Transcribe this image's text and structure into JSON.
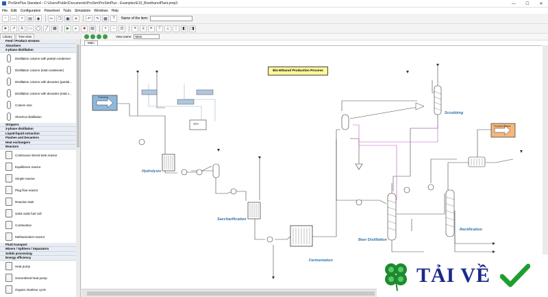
{
  "window": {
    "title": "ProSimPlus Standard - C:\\Users\\Public\\Documents\\ProSim\\ProSimPlus - Examples\\E10_BioethanolPlant.pmp3"
  },
  "menu": [
    "File",
    "Edit",
    "Configuration",
    "Flowsheet",
    "Tools",
    "Simulation",
    "Windows",
    "Help"
  ],
  "toolbar": {
    "item_name_label": "Name of the item:",
    "item_name_value": ""
  },
  "left_panel": {
    "tabs": [
      "Library",
      "Tree view"
    ],
    "sections": [
      {
        "label": "Feed / Product streams",
        "items": []
      },
      {
        "label": "Absorbers",
        "items": []
      },
      {
        "label": "2-phase distillation",
        "items": [
          {
            "label": "Distillation column with partial condenser",
            "icon": "column-icon"
          },
          {
            "label": "Distillation column (total condenser)",
            "icon": "column-icon"
          },
          {
            "label": "Distillation column with decanter (partial...",
            "icon": "column-icon"
          },
          {
            "label": "Distillation column with decanter (total c...",
            "icon": "column-icon"
          },
          {
            "label": "Column size",
            "icon": "column-icon"
          },
          {
            "label": "ShortCut distillation",
            "icon": "column-icon"
          }
        ]
      },
      {
        "label": "Strippers",
        "items": []
      },
      {
        "label": "3-phase distillation",
        "items": []
      },
      {
        "label": "Liquid-liquid extraction",
        "items": []
      },
      {
        "label": "Flashes and Decanters",
        "items": []
      },
      {
        "label": "Heat exchangers",
        "items": []
      },
      {
        "label": "Reactors",
        "items": [
          {
            "label": "Continuous stirred tank reactor",
            "icon": "reactor-icon"
          },
          {
            "label": "Equilibrium reactor",
            "icon": "reactor-icon"
          },
          {
            "label": "Simple reactor",
            "icon": "reactor-icon"
          },
          {
            "label": "Plug flow reactor",
            "icon": "reactor-icon"
          },
          {
            "label": "Reaction tank",
            "icon": "reactor-icon"
          },
          {
            "label": "Solid oxide fuel cell",
            "icon": "reactor-icon"
          },
          {
            "label": "Combustion",
            "icon": "reactor-icon"
          },
          {
            "label": "Methanization reactor",
            "icon": "reactor-icon"
          }
        ]
      },
      {
        "label": "Fluid transport",
        "items": []
      },
      {
        "label": "Mixers / Splitters / Separators",
        "items": []
      },
      {
        "label": "Solids processing",
        "items": []
      },
      {
        "label": "Energy efficiency",
        "items": [
          {
            "label": "Heat pump",
            "icon": "heat-pump-icon"
          },
          {
            "label": "Generalized heat pump",
            "icon": "heat-pump-icon"
          },
          {
            "label": "Organic Rankine cycle",
            "icon": "heat-pump-icon"
          }
        ]
      }
    ]
  },
  "document": {
    "tab": "Main",
    "view_name_label": "View name:",
    "view_name_value": "Main",
    "flowsheet": {
      "title": "Bio-Ethanol Production Process",
      "sections": [
        "Hydrolysis",
        "Saccharification",
        "Fermentation",
        "Scrubbing",
        "Beer Distillation",
        "Rectification"
      ],
      "feed_label": "Feedstock",
      "product_label": "Products Ethanol",
      "spec_label": "SPEC"
    }
  },
  "watermark": {
    "text": "TẢI VỀ"
  },
  "colors": {
    "accent": "#2a6fa8",
    "bubble": "#fff799",
    "stream": "#444444",
    "recycle": "#c050c0"
  }
}
